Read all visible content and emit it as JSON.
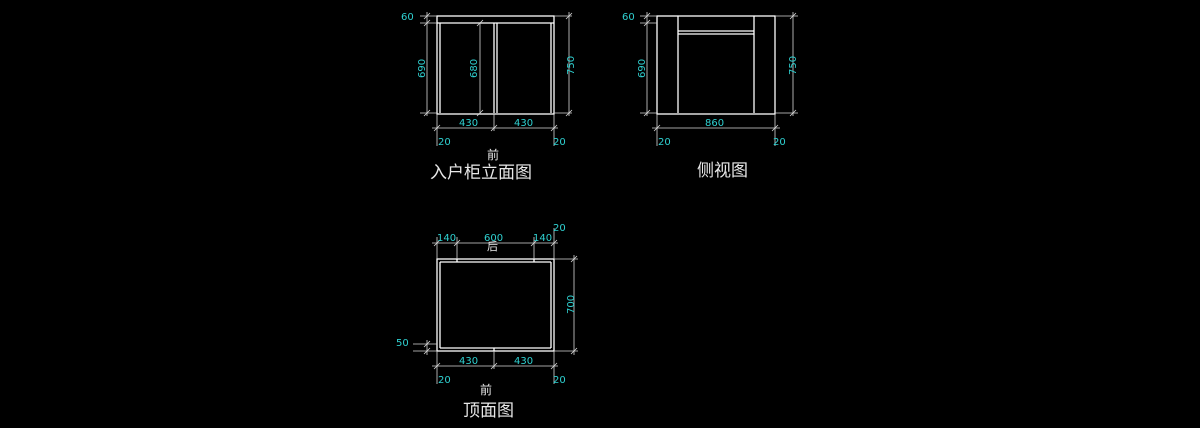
{
  "front_view": {
    "title": "入户柜立面图",
    "note": "前",
    "dim_top": "60",
    "dim_left": "690",
    "dim_middle": "680",
    "dim_right": "750",
    "dim_bottom_left": "430",
    "dim_bottom_right": "430",
    "dim_offset_left": "20",
    "dim_offset_right": "20"
  },
  "side_view": {
    "title": "侧视图",
    "dim_top": "60",
    "dim_left": "690",
    "dim_right": "750",
    "dim_bottom": "860",
    "dim_offset_left": "20",
    "dim_offset_right": "20"
  },
  "top_view": {
    "title": "顶面图",
    "note_front": "前",
    "note_back": "后",
    "dim_top_left": "140",
    "dim_top_middle": "600",
    "dim_top_right": "140",
    "dim_top_offset": "20",
    "dim_right": "700",
    "dim_left_offset": "50",
    "dim_bottom_left": "430",
    "dim_bottom_right": "430",
    "dim_offset_left": "20",
    "dim_offset_right": "20"
  }
}
